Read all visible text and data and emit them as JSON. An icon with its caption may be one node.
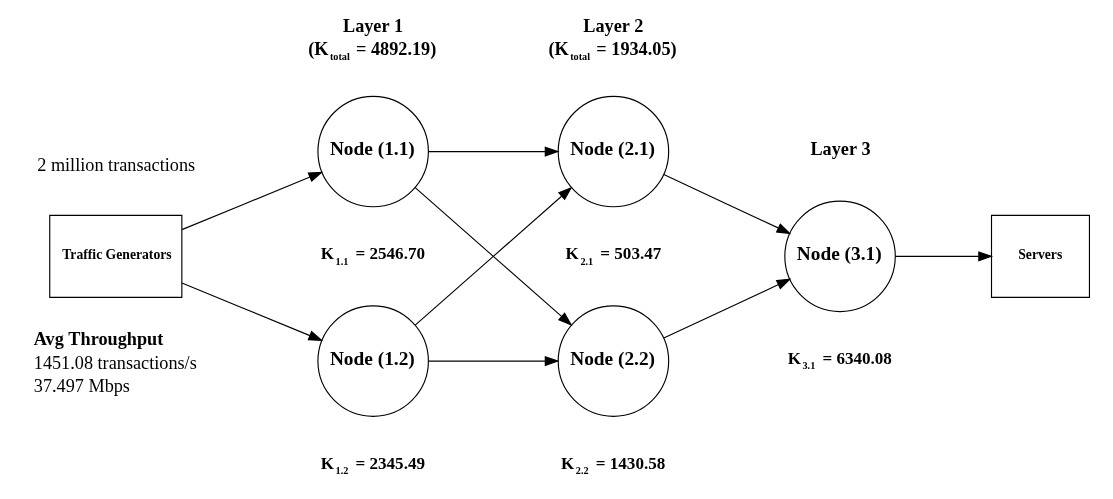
{
  "diagram": {
    "nodes": [
      {
        "text": [
          "Traffic Generators"
        ]
      },
      {
        "text": [
          "Node (1.1)"
        ],
        "beside": [
          "K$_{1.1}$ = 2546.70"
        ]
      },
      {
        "text": [
          "Node (1.2)"
        ],
        "beside": [
          "K$_{1.2}$ = 2345.49"
        ]
      },
      {
        "text": [
          "Node (2.1)"
        ],
        "beside": [
          "K$_{2.1}$ = 503.47"
        ]
      },
      {
        "text": [
          "Node (2.2)"
        ],
        "beside": [
          "K$_{2.2}$ = 1430.58"
        ]
      },
      {
        "text": [
          "Node (3.1)"
        ],
        "beside": [
          "K$_{3.1}$ = 6340.08"
        ]
      },
      {
        "text": [
          "Servers"
        ]
      }
    ],
    "edges": [
      {
        "from": 0,
        "to": 1,
        "arrow": "to"
      },
      {
        "from": 0,
        "to": 2,
        "arrow": "to"
      },
      {
        "from": 1,
        "to": 3,
        "arrow": "to"
      },
      {
        "from": 1,
        "to": 4,
        "arrow": "to"
      },
      {
        "from": 2,
        "to": 3,
        "arrow": "to"
      },
      {
        "from": 2,
        "to": 4,
        "arrow": "to"
      },
      {
        "from": 3,
        "to": 5,
        "arrow": "to"
      },
      {
        "from": 4,
        "to": 5,
        "arrow": "to"
      },
      {
        "from": 5,
        "to": 6,
        "arrow": "to"
      }
    ],
    "labels": [
      "2 million transactions",
      "Layer 1",
      "(K$_{total}$ = 4892.19)",
      "Layer 2",
      "(K$_{total}$ = 1934.05)",
      "Layer 3",
      "Avg Throughput",
      "1451.08 transactions/s",
      "37.497 Mbps"
    ]
  }
}
